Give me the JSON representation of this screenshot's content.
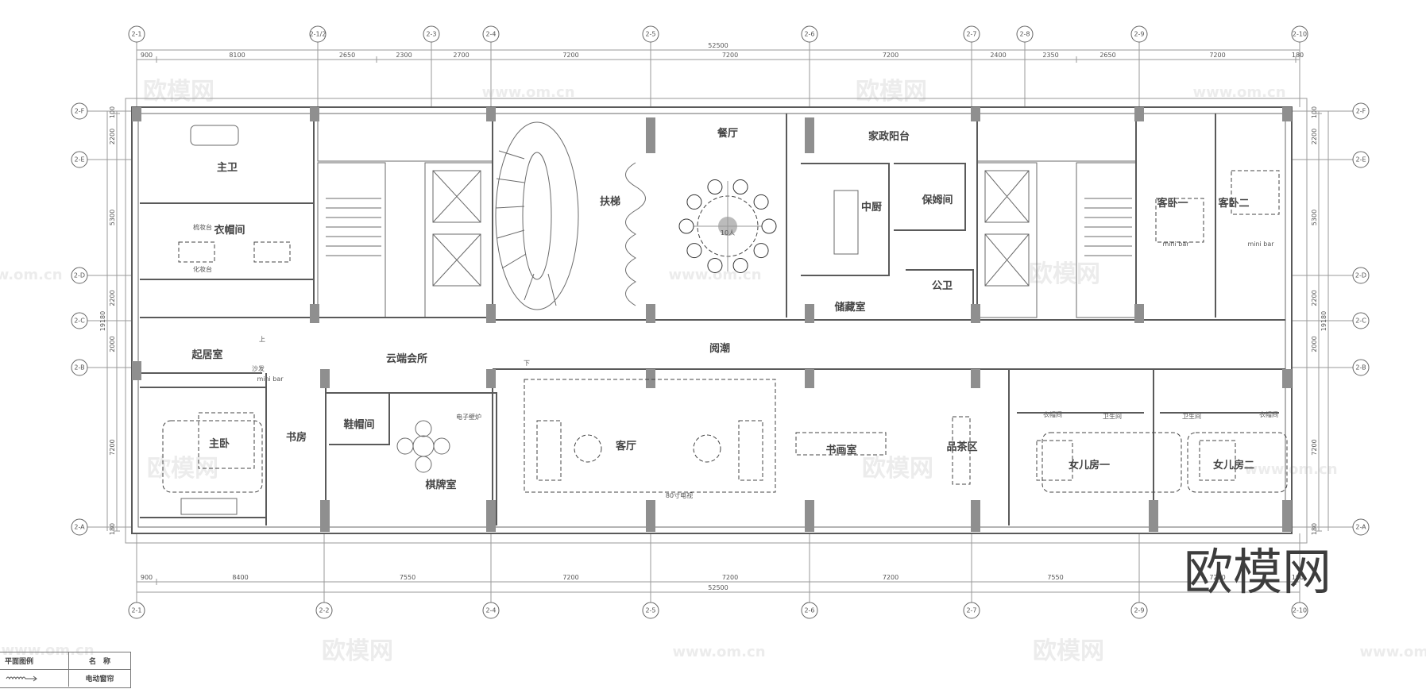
{
  "grid": {
    "top": [
      "2-1",
      "2-1/2",
      "2-3",
      "2-4",
      "2-5",
      "2-6",
      "2-7",
      "2-8",
      "2-9",
      "2-10"
    ],
    "bottom": [
      "2-1",
      "2-2",
      "2-4",
      "2-5",
      "2-6",
      "2-7",
      "2-9",
      "2-10"
    ],
    "left": [
      "2-F",
      "2-E",
      "2-D",
      "2-C",
      "2-B",
      "2-A"
    ],
    "right": [
      "2-F",
      "2-E",
      "2-D",
      "2-C",
      "2-B",
      "2-A"
    ]
  },
  "dimensions": {
    "top_total": "52500",
    "top_segments": [
      "900",
      "8100",
      "2650",
      "2300",
      "2700",
      "7200",
      "7200",
      "7200",
      "2400",
      "2350",
      "2650",
      "7200",
      "180"
    ],
    "bottom_total": "52500",
    "bottom_segments": [
      "900",
      "8400",
      "7550",
      "7200",
      "7200",
      "7200",
      "7550",
      "7200",
      "100"
    ],
    "left_total": "19180",
    "left_segments": [
      "100",
      "2200",
      "5300",
      "2200",
      "2000",
      "7200",
      "180"
    ],
    "right_total": "19180",
    "right_segments": [
      "100",
      "2200",
      "5300",
      "2200",
      "2000",
      "7200",
      "180"
    ]
  },
  "rooms": [
    {
      "label": "主卫"
    },
    {
      "label": "衣帽间"
    },
    {
      "label": "起居室"
    },
    {
      "label": "云端会所"
    },
    {
      "label": "主卧"
    },
    {
      "label": "书房"
    },
    {
      "label": "鞋帽间"
    },
    {
      "label": "棋牌室"
    },
    {
      "label": "扶梯"
    },
    {
      "label": "餐厅"
    },
    {
      "label": "家政阳台"
    },
    {
      "label": "中厨"
    },
    {
      "label": "保姆间"
    },
    {
      "label": "公卫"
    },
    {
      "label": "储藏室"
    },
    {
      "label": "阅潮"
    },
    {
      "label": "客厅"
    },
    {
      "label": "书画室"
    },
    {
      "label": "品茶区"
    },
    {
      "label": "客卧一"
    },
    {
      "label": "客卧二"
    },
    {
      "label": "女儿房一"
    },
    {
      "label": "女儿房二"
    }
  ],
  "annotations": {
    "table_seats": "10人",
    "sofa": "沙发",
    "mini_bar": "mini bar",
    "mini_bar_2": "mini bar",
    "mini_bar_3": "mini bar",
    "fireplace": "电子壁炉",
    "vanity": "化妆台",
    "dressing": "梳妆台",
    "closet_1": "衣帽间",
    "closet_2": "衣帽间",
    "bath_1": "卫生间",
    "bath_2": "卫生间",
    "stairs_up": "上",
    "stairs_down": "下",
    "tv": "80寸电视"
  },
  "legend": {
    "header_col1": "平面图例",
    "header_col2": "名　称",
    "row1_col2": "电动窗帘"
  },
  "watermarks": {
    "logo": "欧模网",
    "url": "www.om.cn"
  },
  "colors": {
    "line": "#5a5a5a",
    "wall": "#8f8f8f",
    "watermark": "#ececec"
  }
}
